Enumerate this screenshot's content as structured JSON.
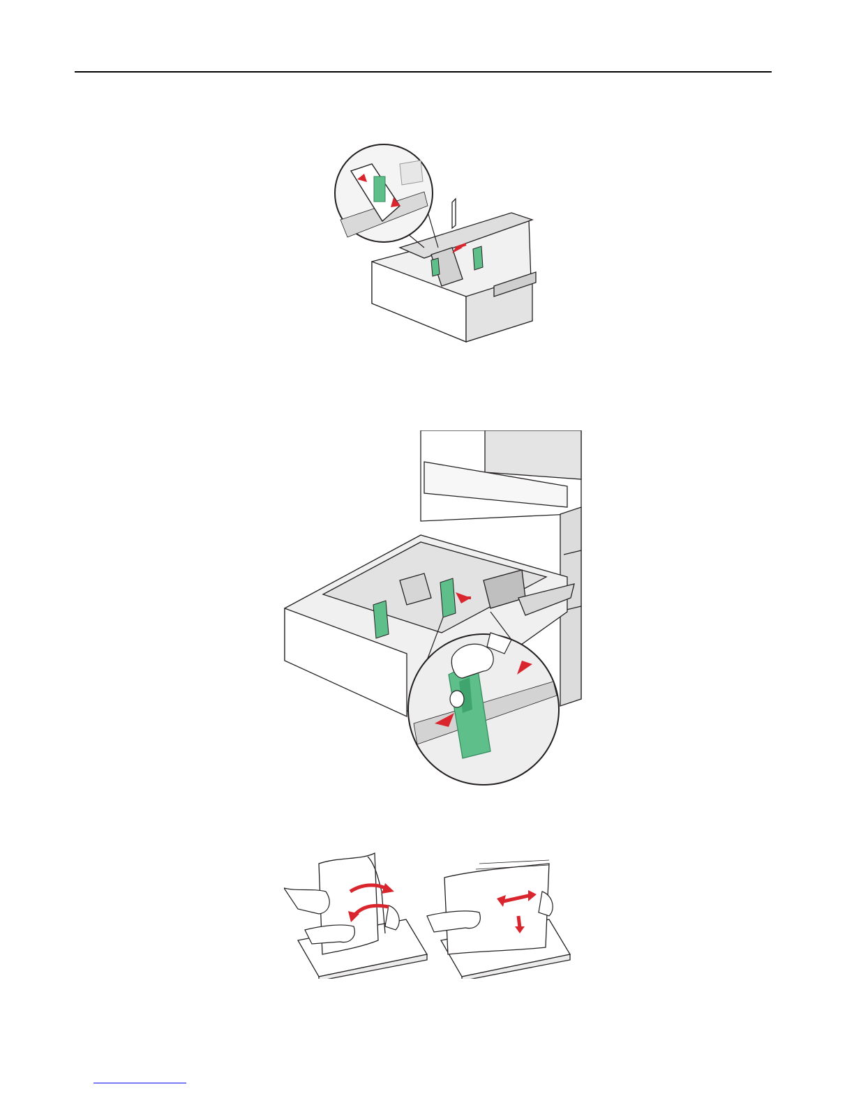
{
  "page": {
    "colors": {
      "guide_green": "#5fbf8a",
      "guide_green_dark": "#2f8a5a",
      "arrow_red": "#d9262e",
      "line_black": "#231f20",
      "tray_fill": "#ececec",
      "tray_shadow": "#bdbdbd",
      "link_blue": "#0000ee"
    },
    "figures": [
      {
        "name": "tray-width-guide-squeeze",
        "icons": [
          "tray-icon",
          "callout-circle",
          "green-guide-icon",
          "red-arrow-icon"
        ]
      },
      {
        "name": "tray-length-guide-squeeze",
        "icons": [
          "printer-icon",
          "tray-icon",
          "callout-circle",
          "hand-icon",
          "green-guide-icon",
          "red-arrow-icon"
        ]
      },
      {
        "name": "paper-flex-fan-straighten",
        "icons": [
          "paper-stack-icon",
          "hand-icon",
          "red-arrow-icon"
        ]
      }
    ]
  }
}
